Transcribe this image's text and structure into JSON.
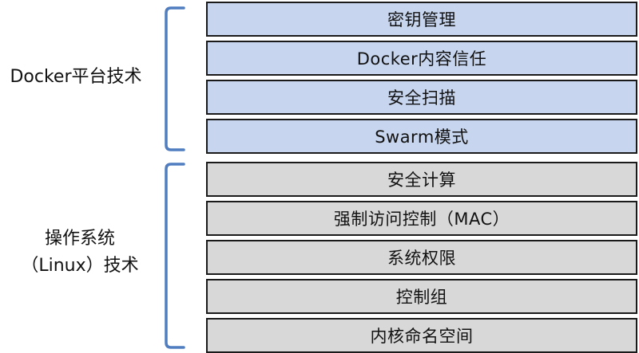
{
  "colors": {
    "docker_fill": "#c7d5ee",
    "os_fill": "#d8d8d8",
    "bracket": "#4f7dbf",
    "border": "#1a1a1a"
  },
  "groups": {
    "docker": {
      "label": "Docker平台技术",
      "layers": [
        "密钥管理",
        "Docker内容信任",
        "安全扫描",
        "Swarm模式"
      ]
    },
    "os": {
      "label_line1": "操作系统",
      "label_line2": "（Linux）技术",
      "layers": [
        "安全计算",
        "强制访问控制（MAC）",
        "系统权限",
        "控制组",
        "内核命名空间"
      ]
    }
  }
}
